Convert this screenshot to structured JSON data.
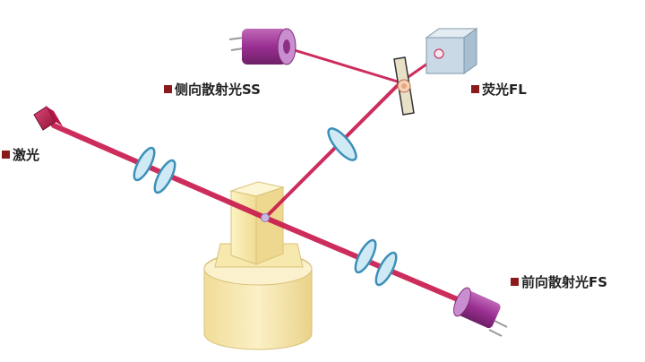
{
  "labels": {
    "laser": "激光",
    "side_scatter": "侧向散射光SS",
    "fluorescence": "荧光FL",
    "forward_scatter": "前向散射光FS"
  },
  "colors": {
    "marker": "#8b1a1a",
    "beam": "#c8174b",
    "detector_body": "#a43b9b",
    "detector_cap": "#c98ed0",
    "fl_box": "#c9d9e6",
    "lens": "#cfeaf5",
    "lens_edge": "#3c8fb8",
    "flow_cell": "#f6e6a4"
  }
}
